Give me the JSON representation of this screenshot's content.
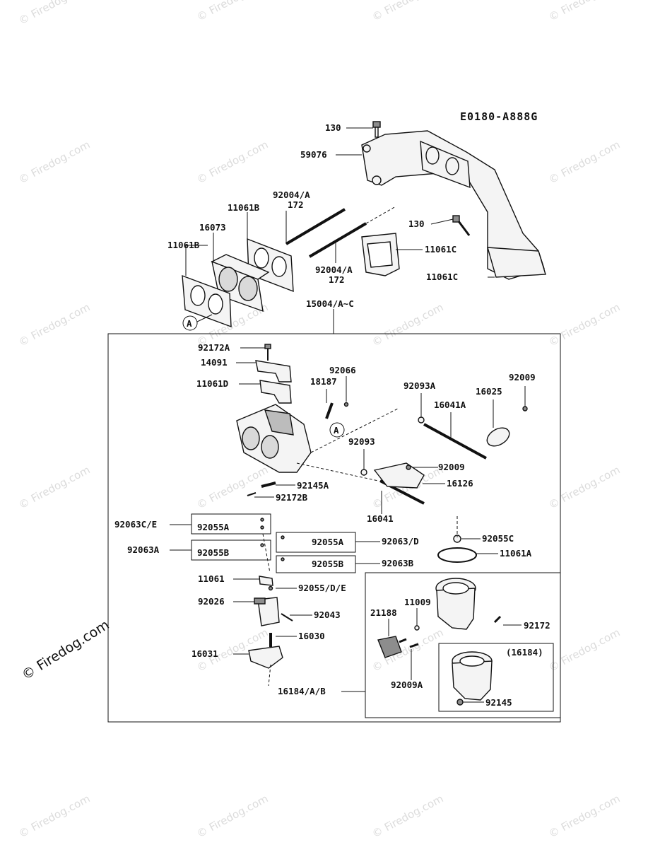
{
  "diagram": {
    "code": "E0180-A888G",
    "callout_letter": "A",
    "labels": [
      "130",
      "59076",
      "92004/A",
      "172",
      "11061B",
      "16073",
      "11061B",
      "11061C",
      "130",
      "92004/A",
      "172",
      "11061C",
      "15004/A~C",
      "92172A",
      "14091",
      "92066",
      "11061D",
      "18187",
      "92093A",
      "16025",
      "92009",
      "16041A",
      "92093",
      "92009",
      "16126",
      "92145A",
      "92172B",
      "16041",
      "92063C/E",
      "92055A",
      "92055C",
      "92055A",
      "92063/D",
      "92063A",
      "92055B",
      "11061A",
      "92055B",
      "92063B",
      "11061",
      "92055/D/E",
      "11009",
      "92026",
      "92043",
      "21188",
      "92172",
      "16030",
      "(16184)",
      "16031",
      "92009A",
      "92145",
      "16184/A/B"
    ]
  },
  "watermark": {
    "small": "© Firedog.com",
    "large": "© Firedog.com"
  }
}
